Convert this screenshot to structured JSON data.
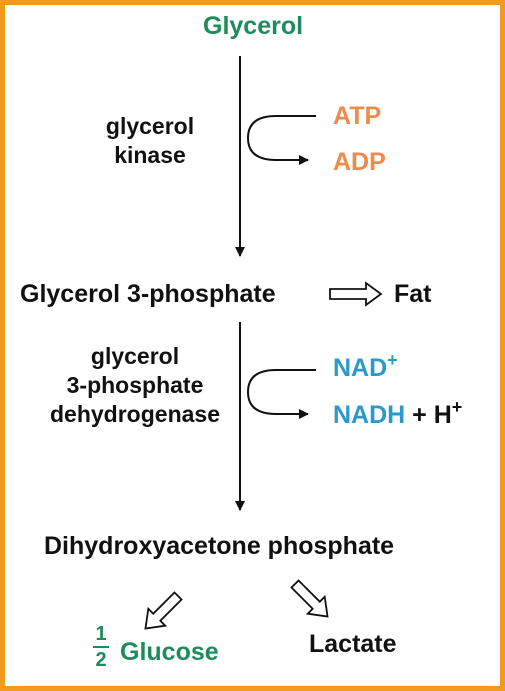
{
  "diagram": {
    "title_node": "Glycerol",
    "enzyme1": {
      "line1": "glycerol",
      "line2": "kinase"
    },
    "cofactor1_in": "ATP",
    "cofactor1_out": "ADP",
    "intermediate": "Glycerol 3-phosphate",
    "side_product": "Fat",
    "enzyme2": {
      "line1": "glycerol",
      "line2": "3-phosphate",
      "line3": "dehydrogenase"
    },
    "cofactor2_in": "NAD",
    "cofactor2_in_sup": "+",
    "cofactor2_out": "NADH",
    "cofactor2_extra": "+ H",
    "cofactor2_extra_sup": "+",
    "product": "Dihydroxyacetone phosphate",
    "fate_left_num": "1",
    "fate_left_den": "2",
    "fate_left": "Glucose",
    "fate_right": "Lactate",
    "colors": {
      "border": "#F29A1E",
      "glycerol_green": "#1E8B5A",
      "atp_orange": "#EE8A4A",
      "nad_blue": "#2A9ACB",
      "text": "#111111"
    }
  }
}
